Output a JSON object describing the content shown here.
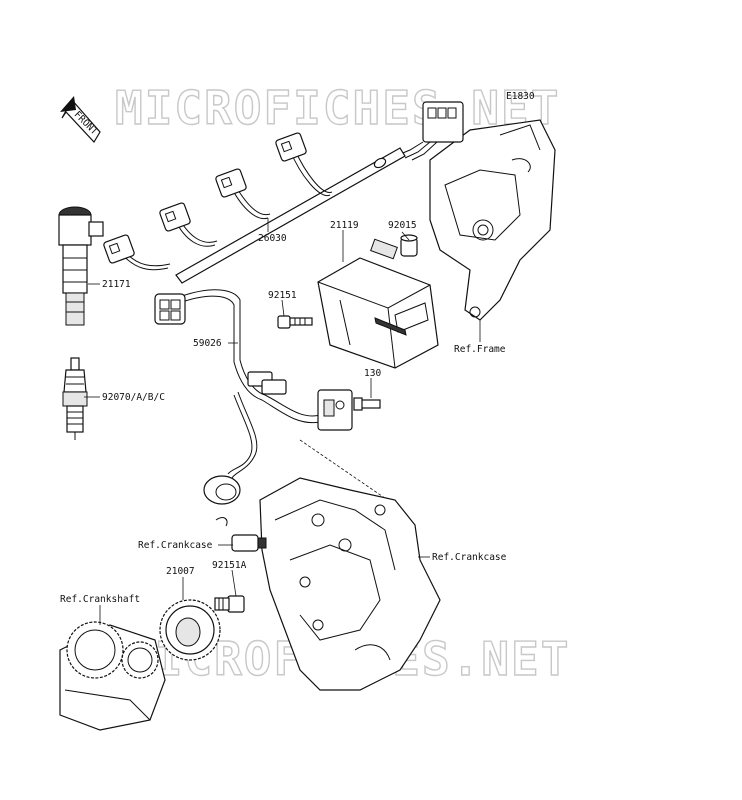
{
  "watermark": {
    "text": "MICROFICHES.NET"
  },
  "diagram_code": "E1830",
  "front_label": "FRONT",
  "labels": {
    "p21171": "21171",
    "p92070": "92070/A/B/C",
    "p26030": "26030",
    "p21119": "21119",
    "p92015": "92015",
    "p92151": "92151",
    "p59026": "59026",
    "p130": "130",
    "ref_frame": "Ref.Frame",
    "ref_crankcase_left": "Ref.Crankcase",
    "ref_crankcase_right": "Ref.Crankcase",
    "p21007": "21007",
    "p92151a": "92151A",
    "ref_crankshaft": "Ref.Crankshaft"
  }
}
